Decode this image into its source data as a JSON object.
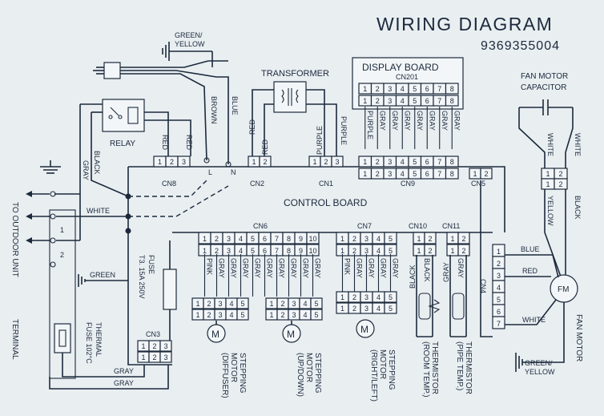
{
  "title": "WIRING DIAGRAM",
  "part_number": "9369355004",
  "labels": {
    "display_board": "DISPLAY BOARD",
    "cn201": "CN201",
    "transformer": "TRANSFORMER",
    "fan_motor_capacitor_l1": "FAN MOTOR",
    "fan_motor_capacitor_l2": "CAPACITOR",
    "green_yellow_top": "GREEN/",
    "green_yellow_top2": "YELLOW",
    "brown": "BROWN",
    "blue": "BLUE",
    "relay": "RELAY",
    "red": "RED",
    "black": "BLACK",
    "gray": "GRAY",
    "white": "WHITE",
    "green": "GREEN",
    "purple": "PURPLE",
    "pink": "PINK",
    "yellow": "YELLOW",
    "cn8": "CN8",
    "cn2": "CN2",
    "cn1": "CN1",
    "cn9": "CN9",
    "cn5": "CN5",
    "cn6": "CN6",
    "cn7": "CN7",
    "cn10": "CN10",
    "cn11": "CN11",
    "cn3": "CN3",
    "cn4": "CN4",
    "control_board": "CONTROL BOARD",
    "to_outdoor_unit": "TO OUTDOOR UNIT",
    "terminal": "TERMINAL",
    "thermal_fuse": "THERMAL",
    "thermal_fuse2": "FUSE 102°C",
    "fuse": "FUSE",
    "fuse_rating": "T3. 15A 250V",
    "l": "L",
    "n": "N",
    "m": "M",
    "fm": "FM",
    "fan_motor": "FAN MOTOR",
    "stepping_motor_diffuser": [
      "STEPPING",
      "MOTOR",
      "(DIFFUSER)"
    ],
    "stepping_motor_updown": [
      "STEPPING",
      "MOTOR",
      "(UP/DOWN)"
    ],
    "stepping_motor_rightleft": [
      "STEPPING",
      "MOTOR",
      "(RIGHT/LEFT)"
    ],
    "thermistor_room": [
      "THERMISTOR",
      "(ROOM TEMP.)"
    ],
    "thermistor_pipe": [
      "THERMISTOR",
      "(PIPE TEMP.)"
    ],
    "green_yellow_bottom": "GREEN/",
    "green_yellow_bottom2": "YELLOW",
    "gray_bottom1": "GRAY",
    "gray_bottom2": "GRAY",
    "white_left": "WHITE",
    "green_left": "GREEN",
    "blue_right": "BLUE",
    "red_right": "RED",
    "white_right": "WHITE",
    "terminal_1": "1",
    "terminal_2": "2"
  },
  "pins": {
    "p8": [
      "1",
      "2",
      "3",
      "4",
      "5",
      "6",
      "7",
      "8"
    ],
    "p10": [
      "1",
      "2",
      "3",
      "4",
      "5",
      "6",
      "7",
      "8",
      "9",
      "10"
    ],
    "p5": [
      "1",
      "2",
      "3",
      "4",
      "5"
    ],
    "p3": [
      "1",
      "2",
      "3"
    ],
    "p2": [
      "1",
      "2"
    ],
    "p7": [
      "1",
      "2",
      "3",
      "4",
      "5",
      "6",
      "7"
    ]
  },
  "wire_colors": {
    "display_board": [
      "PURPLE",
      "GRAY",
      "GRAY",
      "GRAY",
      "GRAY",
      "GRAY",
      "GRAY",
      "GRAY"
    ],
    "cn6": [
      "PINK",
      "GRAY",
      "GRAY",
      "GRAY",
      "GRAY",
      "GRAY",
      "GRAY",
      "GRAY",
      "GRAY",
      "GRAY"
    ],
    "cn7": [
      "PINK",
      "GRAY",
      "GRAY",
      "GRAY",
      "GRAY"
    ]
  }
}
